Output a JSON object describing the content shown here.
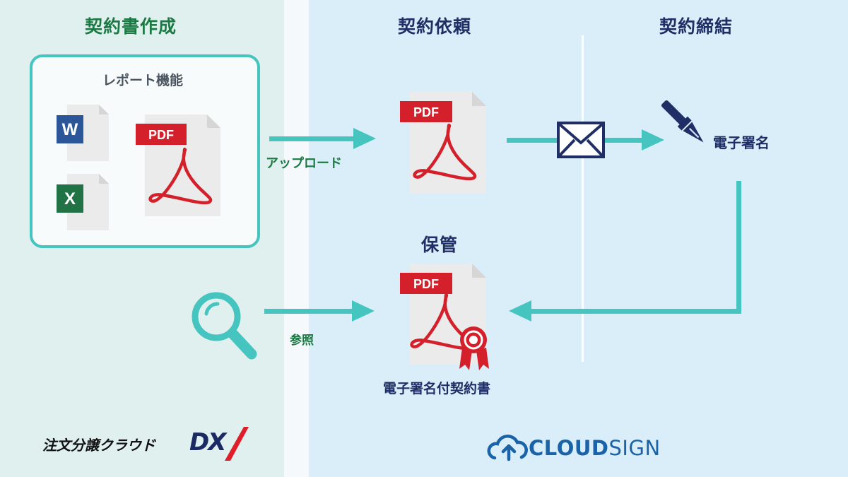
{
  "sections": {
    "create": "契約書作成",
    "request": "契約依頼",
    "sign": "契約締結",
    "storage": "保管"
  },
  "report": {
    "title": "レポート機能"
  },
  "file_icons": {
    "word_letter": "W",
    "excel_letter": "X",
    "pdf_label": "PDF"
  },
  "labels": {
    "upload": "アップロード",
    "esign": "電子署名",
    "reference": "参照",
    "signed_contract": "電子署名付契約書"
  },
  "logos": {
    "left_text": "注文分譲クラウド",
    "left_suffix": "DX",
    "right_cloud": "CLOUD",
    "right_sign": "SIGN"
  },
  "colors": {
    "teal": "#45c4c0",
    "green": "#1b7a43",
    "navy": "#1f2f66",
    "pdf_red": "#d4202a",
    "doc_gray": "#ebebeb"
  }
}
